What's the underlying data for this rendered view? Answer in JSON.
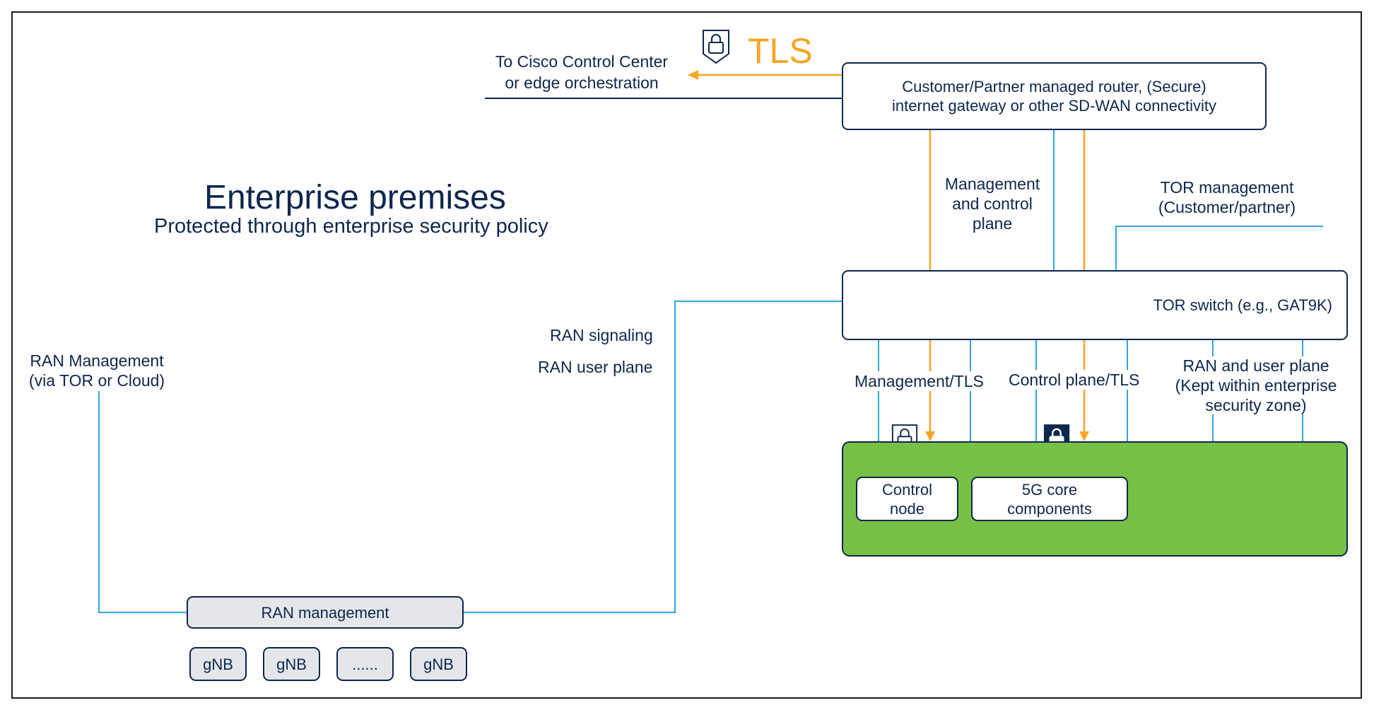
{
  "title": "Enterprise premises",
  "subtitle": "Protected through enterprise security policy",
  "tls_label": "TLS",
  "cloud_label": "To Cisco Control Center\nor edge orchestration",
  "router_label": "Customer/Partner managed router, (Secure)\ninternet gateway or other SD-WAN connectivity",
  "mgmt_control_plane_label": "Management\nand control\nplane",
  "tor_management_label": "TOR management\n(Customer/partner)",
  "tor_switch_label": "TOR switch (e.g., GAT9K)",
  "ran_signaling_label": "RAN signaling",
  "ran_user_plane_label": "RAN user plane",
  "ran_mgmt_via_label": "RAN Management\n(via TOR or Cloud)",
  "management_tls_label": "Management/TLS",
  "control_plane_tls_label": "Control plane/TLS",
  "ran_user_plane_kept_label": "RAN and user plane\n(Kept within enterprise\nsecurity zone)",
  "control_node_label": "Control\nnode",
  "core_components_label": "5G core\ncomponents",
  "ran_management_box_label": "RAN management",
  "gnb_nodes": [
    "gNB",
    "gNB",
    "......",
    "gNB"
  ],
  "colors": {
    "navy": "#0d274d",
    "blue_wire": "#2ea8e0",
    "tls_orange": "#f5a623",
    "core_green": "#77c045",
    "gray_box": "#e4e6ea"
  },
  "icons": [
    "shield-lock-icon",
    "arrow-left-icon",
    "arrow-down-icon"
  ]
}
